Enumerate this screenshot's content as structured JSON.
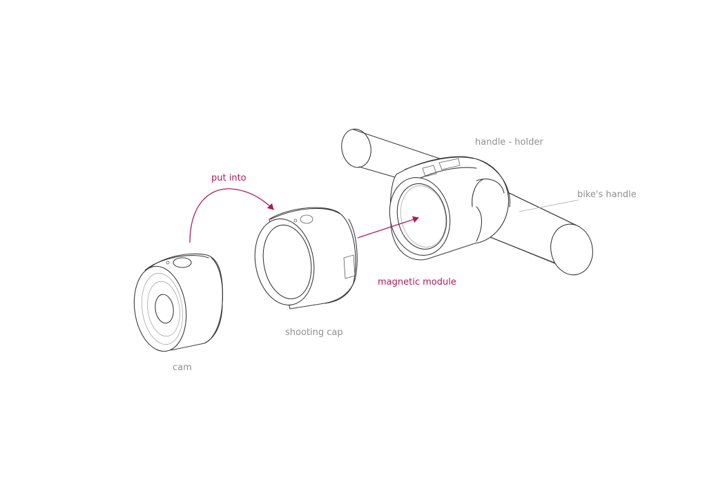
{
  "labels": {
    "put_into": "put into",
    "handle_holder": "handle - holder",
    "bikes_handle": "bike's handle",
    "magnetic_module": "magnetic module",
    "shooting_cap": "shooting cap",
    "cam": "cam"
  },
  "colors": {
    "accent": "#b0195a",
    "label_gray": "#8f8f8f",
    "line": "#3a3a3a",
    "background": "#ffffff"
  }
}
